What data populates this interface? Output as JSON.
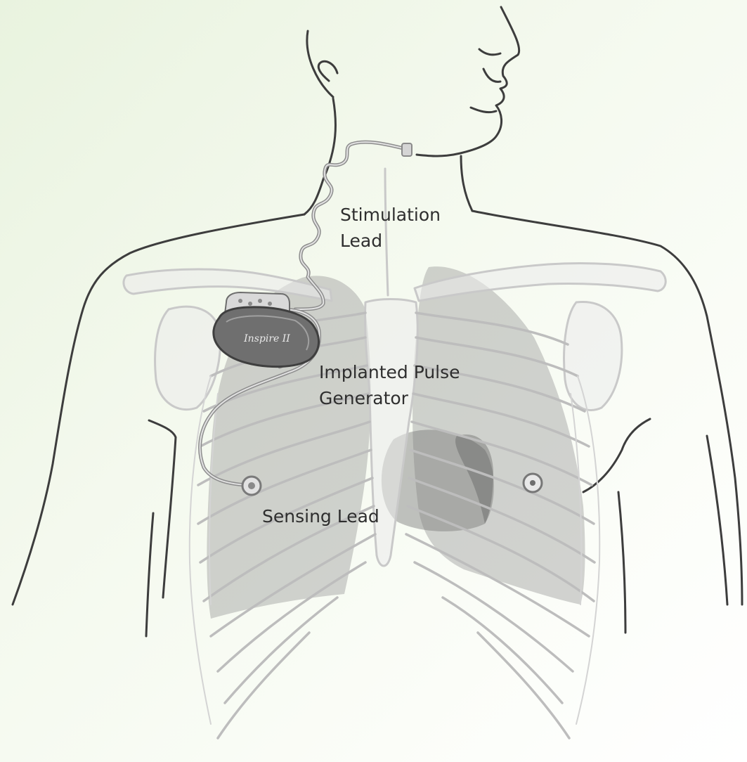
{
  "labels": {
    "stimulation_lead": [
      "Stimulation",
      "Lead"
    ],
    "pulse_generator": [
      "Implanted Pulse",
      "Generator"
    ],
    "sensing_lead": "Sensing Lead"
  },
  "device": {
    "brand_text": "Inspire II"
  },
  "colors": {
    "body_outline": "#3d3d3d",
    "skeleton": "#c9c9c9",
    "lung_shade": "#969696",
    "lead_wire": "#8d8d8d",
    "background_tint": "#e9f3df"
  },
  "icons": [
    "pulse-generator-icon",
    "sensing-electrode-icon",
    "stimulation-cuff-icon",
    "nipple-icon"
  ]
}
